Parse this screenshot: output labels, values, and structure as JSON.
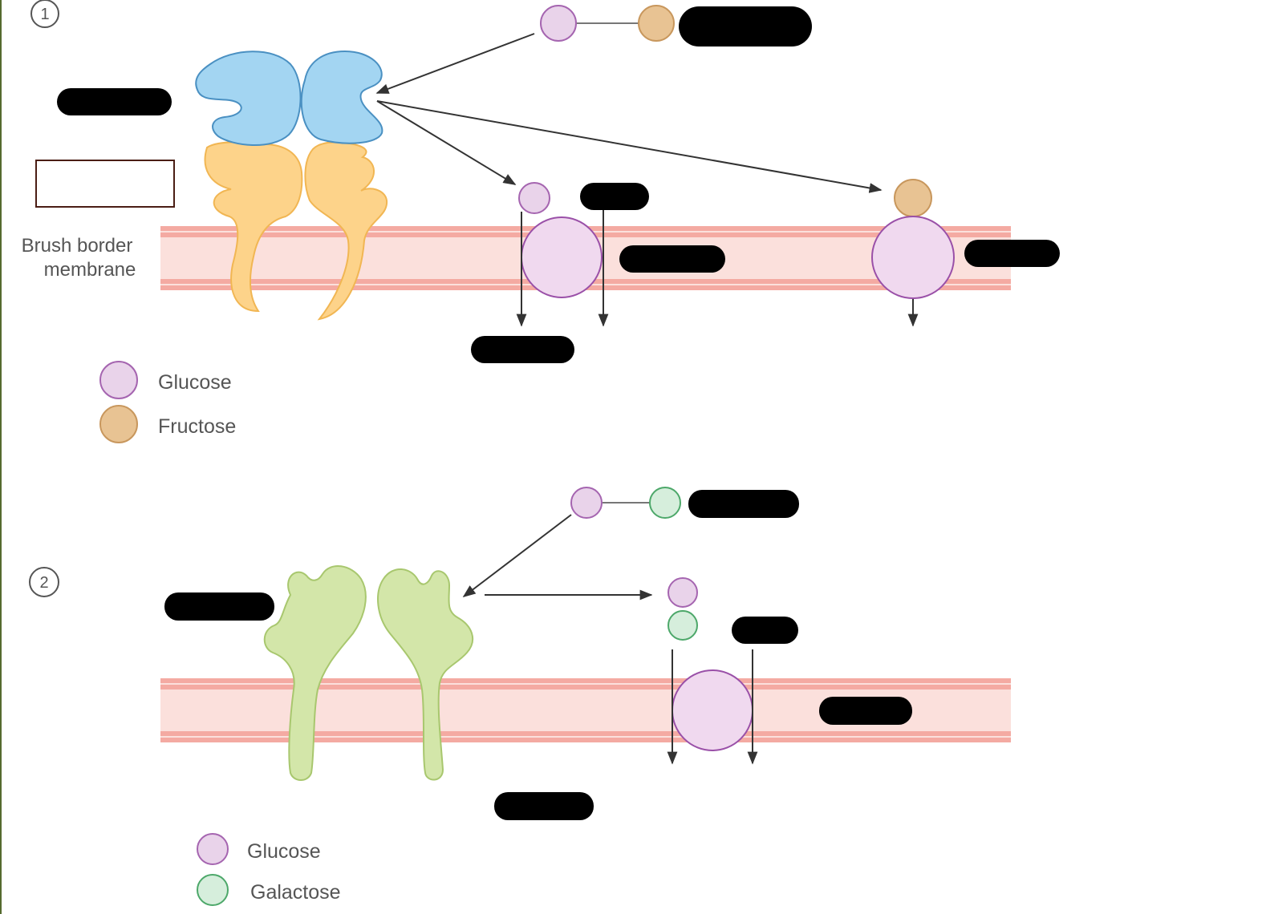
{
  "panels": [
    {
      "step_marker": "①",
      "membrane_label_line1": "Brush border",
      "membrane_label_line2": "membrane",
      "legend": [
        {
          "name": "Glucose",
          "color": "#e9d3ea",
          "stroke": "#a565b0"
        },
        {
          "name": "Fructose",
          "color": "#e8c393",
          "stroke": "#c8975d"
        }
      ]
    },
    {
      "step_marker": "②",
      "legend": [
        {
          "name": "Glucose",
          "color": "#e9d3ea",
          "stroke": "#a565b0"
        },
        {
          "name": "Galactose",
          "color": "#d6eedc",
          "stroke": "#4da86a"
        }
      ]
    }
  ],
  "colors": {
    "membrane_fill": "#fbe0dc",
    "membrane_band": "#f4aaa2",
    "enzyme_top_1": "#a3d5f2",
    "enzyme_stem_1": "#fdd38a",
    "enzyme_2": "#d3e6a9",
    "redaction": "#000000",
    "border_left": "#556b2f"
  }
}
